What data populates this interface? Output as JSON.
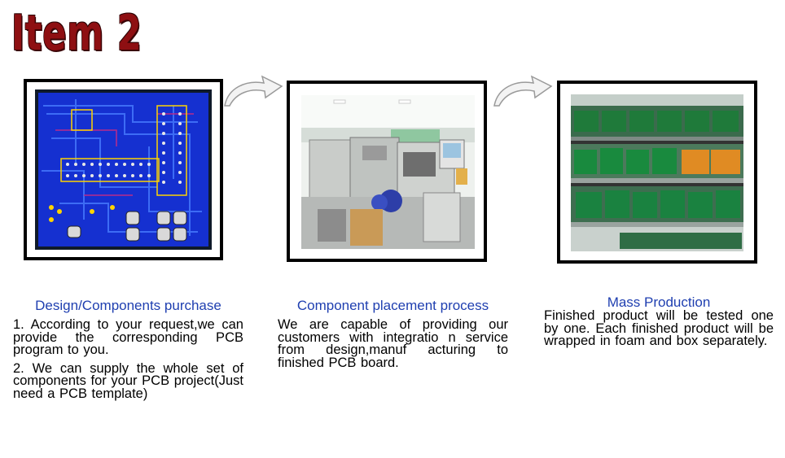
{
  "title": "Item 2",
  "steps": [
    {
      "heading": "Design/Components purchase",
      "paragraphs": [
        "1. According to your request,we can provide the corresponding PCB program to you.",
        "2. We can supply the whole set of components for your PCB project(Just need a PCB template)"
      ],
      "photo_icon": "pcb-layout-image"
    },
    {
      "heading": "Component placement process",
      "paragraphs": [
        "We are capable of providing our customers with integratio n service from design,manuf acturing to finished PCB board."
      ],
      "photo_icon": "smt-machine-image"
    },
    {
      "heading": "Mass Production",
      "paragraphs": [
        "Finished product will be tested one by one. Each finished product will be wrapped in foam and box separately."
      ],
      "photo_icon": "pcb-racks-image"
    }
  ],
  "arrow_icon": "curved-arrow-icon",
  "colors": {
    "title": "#8e0f12",
    "heading": "#1f3fb0",
    "pcb_board": "#1428c8"
  }
}
